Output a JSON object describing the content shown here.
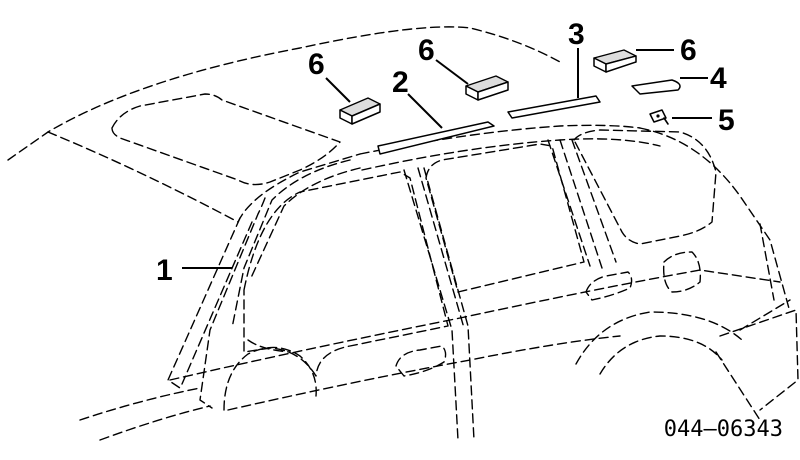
{
  "callouts": {
    "c1": "1",
    "c2": "2",
    "c3": "3",
    "c4": "4",
    "c5": "5",
    "c6a": "6",
    "c6b": "6",
    "c6c": "6"
  },
  "diagram_code": "044–06343",
  "colors": {
    "line": "#000000",
    "background": "#ffffff"
  }
}
